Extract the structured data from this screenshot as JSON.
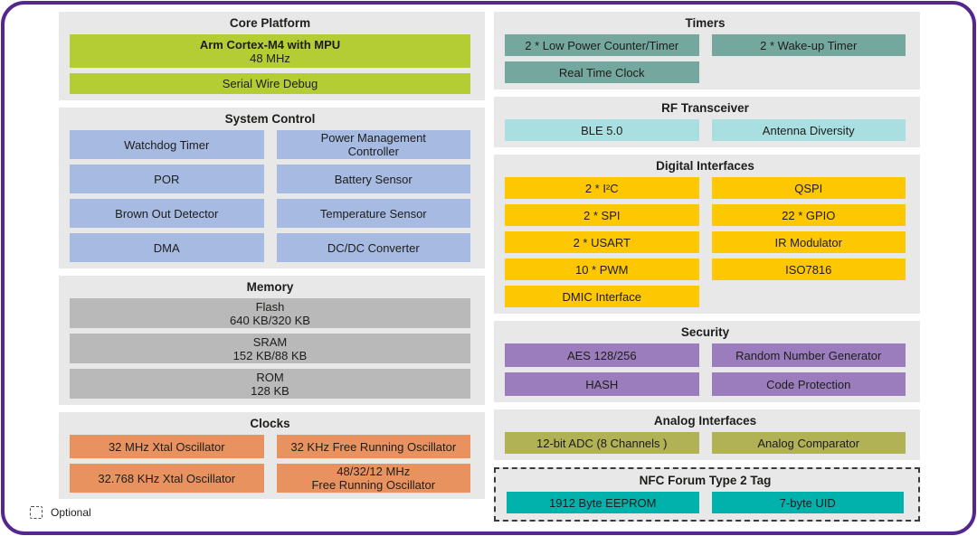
{
  "colors": {
    "frame_purple": "#54278f",
    "section_bg": "#e8e8e8",
    "text": "#1d1d1b",
    "green": "#b4cd34",
    "blue": "#a6bae2",
    "gray": "#b9b9b9",
    "orange": "#e8935f",
    "teal": "#74a79e",
    "cyan": "#a9dfe1",
    "yellow": "#fdc701",
    "purple": "#9b7dbd",
    "olive": "#b1b156",
    "nfc_teal": "#00b1ac"
  },
  "legend": {
    "label": "Optional"
  },
  "left": {
    "core_platform": {
      "title": "Core Platform",
      "cpu_title": "Arm Cortex-M4 with MPU",
      "cpu_freq": "48 MHz",
      "debug": "Serial Wire Debug"
    },
    "system_control": {
      "title": "System Control",
      "blocks": [
        "Watchdog Timer",
        "Power Management\nController",
        "POR",
        "Battery Sensor",
        "Brown Out Detector",
        "Temperature Sensor",
        "DMA",
        "DC/DC Converter"
      ]
    },
    "memory": {
      "title": "Memory",
      "blocks": [
        "Flash\n640 KB/320 KB",
        "SRAM\n152 KB/88 KB",
        "ROM\n128 KB"
      ]
    },
    "clocks": {
      "title": "Clocks",
      "blocks": [
        "32 MHz Xtal Oscillator",
        "32 KHz Free Running Oscillator",
        "32.768 KHz Xtal Oscillator",
        "48/32/12 MHz\nFree Running Oscillator"
      ]
    }
  },
  "right": {
    "timers": {
      "title": "Timers",
      "blocks": [
        "2 * Low Power Counter/Timer",
        "2 * Wake-up Timer",
        "Real Time Clock"
      ]
    },
    "rf_transceiver": {
      "title": "RF Transceiver",
      "blocks": [
        "BLE 5.0",
        "Antenna Diversity"
      ]
    },
    "digital_interfaces": {
      "title": "Digital Interfaces",
      "blocks": [
        "2 * I²C",
        "QSPI",
        "2 * SPI",
        "22 * GPIO",
        "2 * USART",
        "IR Modulator",
        "10 * PWM",
        "ISO7816",
        "DMIC Interface"
      ]
    },
    "security": {
      "title": "Security",
      "blocks": [
        "AES 128/256",
        "Random Number Generator",
        "HASH",
        "Code Protection"
      ]
    },
    "analog_interfaces": {
      "title": "Analog Interfaces",
      "blocks": [
        "12-bit ADC (8 Channels )",
        "Analog Comparator"
      ]
    },
    "nfc_tag": {
      "title": "NFC Forum Type 2 Tag",
      "blocks": [
        "1912 Byte EEPROM",
        "7-byte UID"
      ]
    }
  }
}
